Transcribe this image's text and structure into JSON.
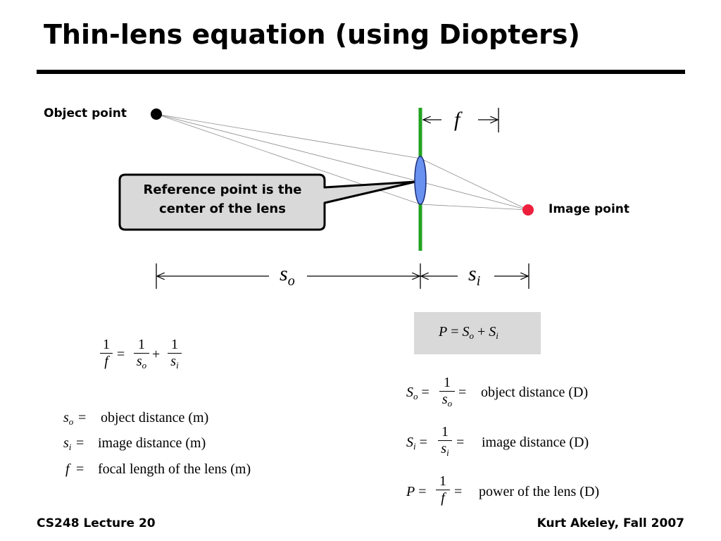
{
  "title": "Thin-lens equation (using Diopters)",
  "diagram": {
    "object_label": "Object point",
    "image_label": "Image point",
    "callout": [
      "Reference point is the",
      "center of the lens"
    ],
    "f_label": "f",
    "so_main": "s",
    "so_sub": "o",
    "si_main": "s",
    "si_sub": "i",
    "colors": {
      "lens_plane": "#22a31f",
      "lens": "#6891f0",
      "object_point": "#000000",
      "image_point": "#ee1f3c",
      "callout_fill": "#d9d9d9",
      "rays": "#8c8c8c"
    }
  },
  "lens_eq": {
    "one": "1",
    "eq": "=",
    "plus": "+",
    "f": "f",
    "s": "s",
    "o": "o",
    "i": "i"
  },
  "defs_m": [
    {
      "sym": "s",
      "sub": "o",
      "eq": "=",
      "text": "object distance (m)"
    },
    {
      "sym": "s",
      "sub": "i",
      "eq": "=",
      "text": "image distance (m)"
    },
    {
      "sym": "f",
      "sub": "",
      "eq": "=",
      "text": "focal length of the lens (m)"
    }
  ],
  "power_eq": {
    "P": "P",
    "eq": "=",
    "S": "S",
    "o": "o",
    "plus": "+",
    "i": "i"
  },
  "defs_d": [
    {
      "sym": "S",
      "sub": "o",
      "num": "1",
      "den": "s",
      "den_sub": "o",
      "text": "object distance (D)"
    },
    {
      "sym": "S",
      "sub": "i",
      "num": "1",
      "den": "s",
      "den_sub": "i",
      "text": "image distance (D)"
    },
    {
      "sym": "P",
      "sub": "",
      "num": "1",
      "den": "f",
      "den_sub": "",
      "text": "power of the lens (D)"
    }
  ],
  "footer": {
    "left": "CS248 Lecture 20",
    "right": "Kurt Akeley, Fall 2007"
  }
}
